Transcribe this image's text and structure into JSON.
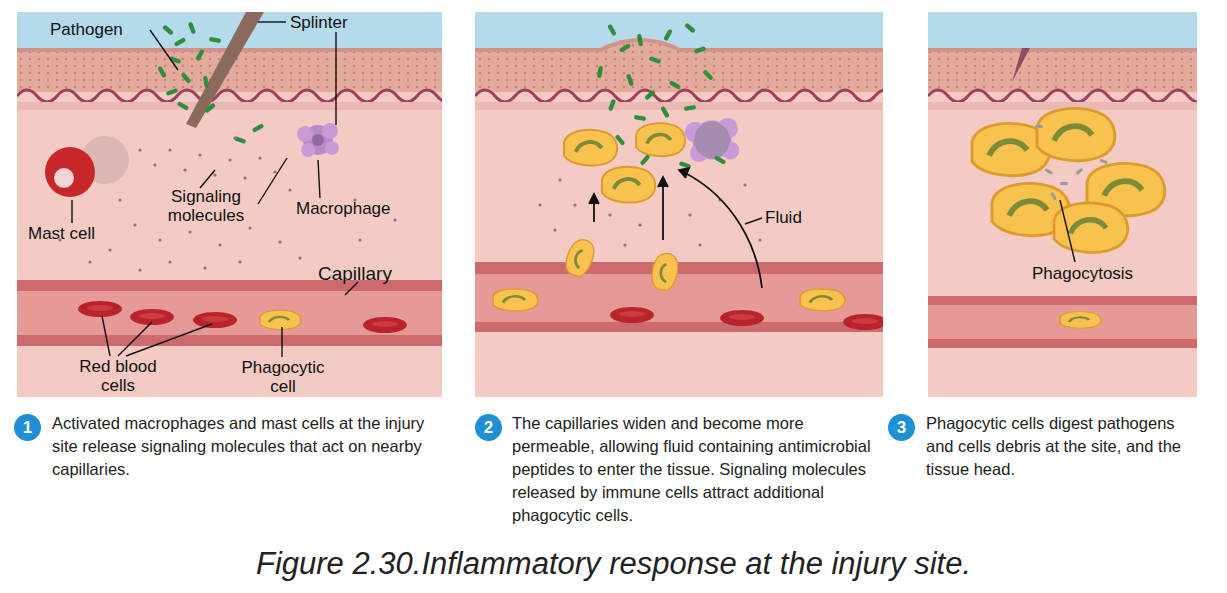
{
  "diagram": {
    "caption": "Figure 2.30.Inflammatory response at the injury site.",
    "nodes": [
      {
        "text": [
          "1"
        ]
      },
      {
        "text": [
          "2"
        ]
      },
      {
        "text": [
          "3"
        ]
      }
    ],
    "labels": [
      "Pathogen",
      "Splinter",
      "Mast cell",
      "Signaling molecules",
      "Macrophage",
      "Capillary",
      "Red blood cells",
      "Phagocytic cell",
      "Fluid",
      "Phagocytosis",
      "Activated macrophages and mast cells at the injury site release signaling molecules that act on nearby capillaries.",
      "The capillaries widen and become more permeable, allowing fluid containing antimicrobial peptides to enter the tissue. Signaling molecules released by immune cells attract additional phagocytic cells.",
      "Phagocytic cells digest pathogens and cells debris at the site, and the tissue head."
    ]
  }
}
